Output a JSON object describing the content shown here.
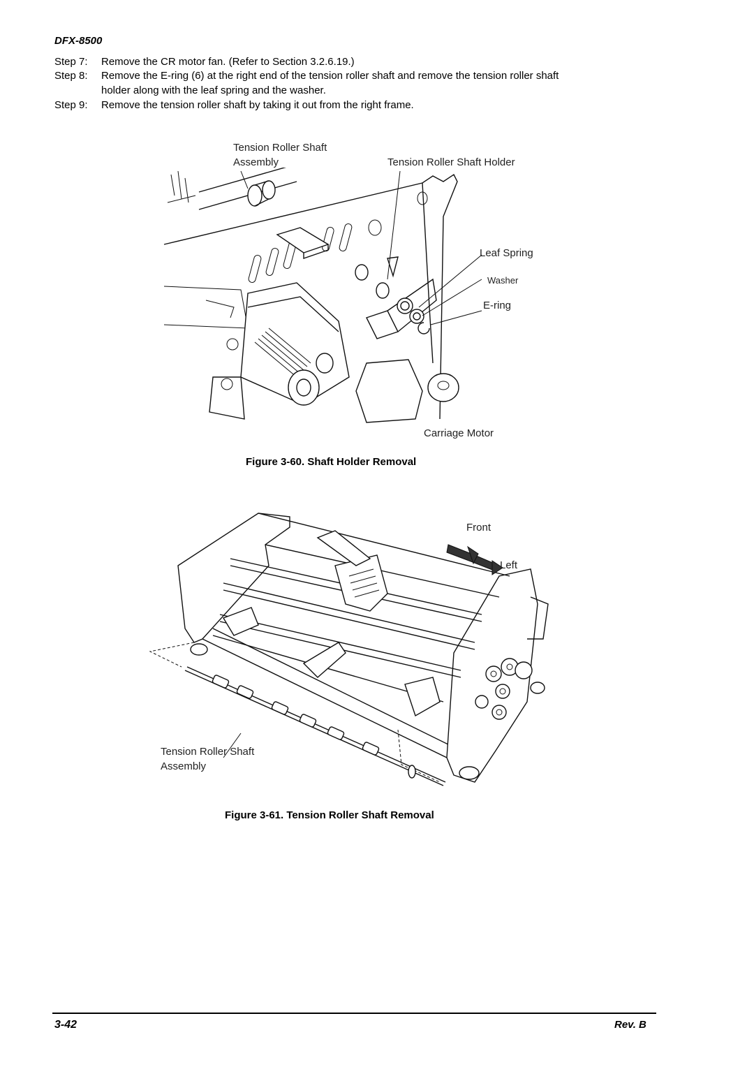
{
  "header": {
    "model": "DFX-8500"
  },
  "steps": [
    {
      "label": "Step 7:",
      "text": "Remove the CR motor fan. (Refer to Section 3.2.6.19.)"
    },
    {
      "label": "Step 8:",
      "text": "Remove the E-ring (6) at the right end of the tension roller shaft and remove the tension roller shaft",
      "continuation": "holder along with the leaf spring and the washer."
    },
    {
      "label": "Step 9:",
      "text": "Remove the tension roller shaft by taking it out from the right frame."
    }
  ],
  "figure60": {
    "callouts": {
      "assembly_line1": "Tension Roller Shaft",
      "assembly_line2": "Assembly",
      "holder": "Tension Roller Shaft Holder",
      "leaf_spring": "Leaf Spring",
      "washer": "Washer",
      "ering": "E-ring",
      "carriage_motor": "Carriage Motor"
    },
    "caption": "Figure 3-60. Shaft Holder Removal"
  },
  "figure61": {
    "callouts": {
      "front": "Front",
      "left": "Left",
      "assembly_line1": "Tension Roller Shaft",
      "assembly_line2": "Assembly"
    },
    "caption": "Figure 3-61. Tension Roller Shaft Removal"
  },
  "footer": {
    "page": "3-42",
    "revision": "Rev. B"
  }
}
